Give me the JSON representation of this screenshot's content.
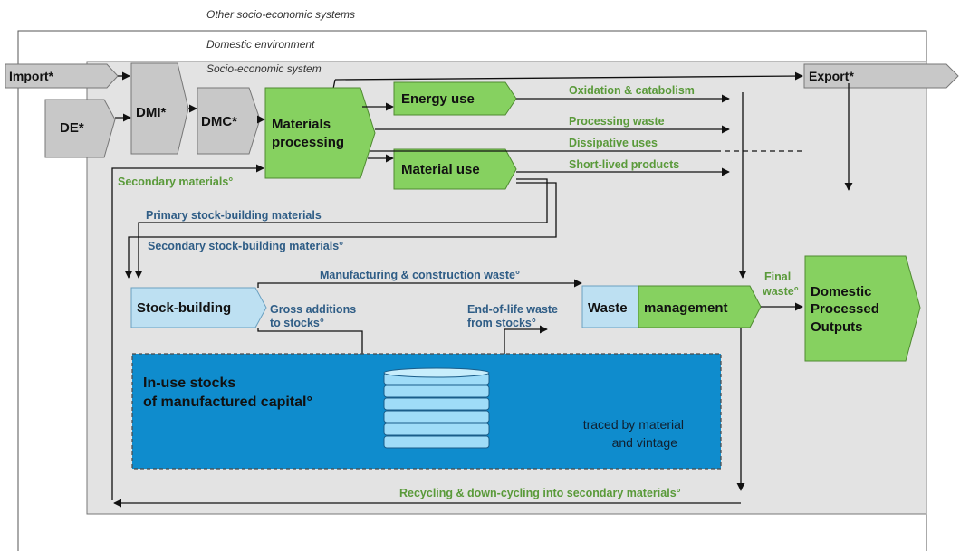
{
  "regions": {
    "other_systems": "Other socio-economic systems",
    "domestic_env": "Domestic environment",
    "socio_system": "Socio-economic system"
  },
  "nodes": {
    "import": "Import*",
    "export": "Export*",
    "de": "DE*",
    "dmi": "DMI*",
    "dmc": "DMC*",
    "materials_processing": [
      "Materials",
      "processing"
    ],
    "energy_use": "Energy use",
    "material_use": "Material use",
    "stock_building": "Stock-building",
    "waste": "Waste",
    "management": "management",
    "dpo": [
      "Domestic",
      "Processed",
      "Outputs"
    ],
    "in_use_stocks": [
      "In-use stocks",
      "of manufactured capital°"
    ],
    "traced": [
      "traced by material",
      "and vintage"
    ]
  },
  "flows": {
    "oxidation": "Oxidation & catabolism",
    "processing_waste": "Processing waste",
    "dissipative": "Dissipative uses",
    "short_lived": "Short-lived products",
    "secondary_materials": "Secondary materials°",
    "primary_stock": "Primary stock-building materials",
    "secondary_stock": "Secondary stock-building materials°",
    "manufacturing_waste": "Manufacturing & construction waste°",
    "gross_additions": [
      "Gross additions",
      "to stocks°"
    ],
    "end_of_life": [
      "End-of-life  waste",
      "from stocks°"
    ],
    "final_waste": [
      "Final",
      "waste°"
    ],
    "recycling": "Recycling & down-cycling into secondary materials°"
  },
  "colors": {
    "green": "#86d160",
    "gray_box": "#c8c8c8",
    "light_blue": "#bde0f2",
    "stock_blue": "#0f8ccd",
    "panel_gray": "#e3e3e3",
    "green_text": "#5a9a3a",
    "blue_text": "#2f5d86"
  }
}
